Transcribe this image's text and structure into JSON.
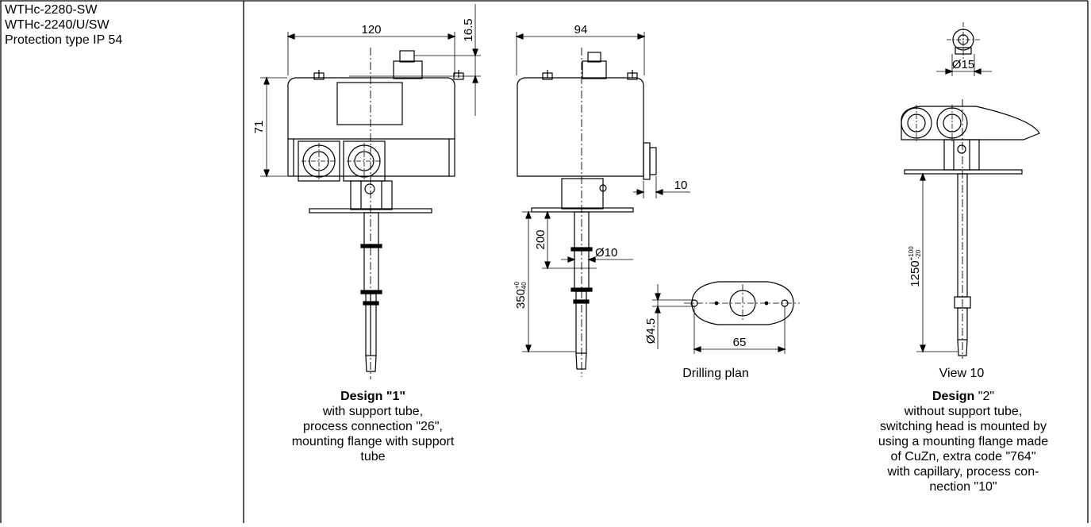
{
  "product": {
    "lines": [
      "WTHc-2280-SW",
      "WTHc-2240/U/SW",
      "Protection type IP 54"
    ]
  },
  "dimensions": {
    "width_120": "120",
    "height_16_5": "16.5",
    "height_71": "71",
    "width_94": "94",
    "offset_10": "10",
    "length_200": "200",
    "dia_10": "Ø10",
    "length_350": "350",
    "tol_350_upper": "+0",
    "tol_350_lower": "-40",
    "dia_4_5": "Ø4.5",
    "width_65": "65",
    "dia_15": "Ø15",
    "length_1250": "1250",
    "tol_1250_upper": "+100",
    "tol_1250_lower": "-20"
  },
  "labels": {
    "drilling_plan": "Drilling plan",
    "view_10": "View 10"
  },
  "design1": {
    "title": "Design \"1\"",
    "lines": [
      "with support tube,",
      "process connection \"26\",",
      "mounting flange with support",
      "tube"
    ]
  },
  "design2": {
    "title_bold": "Design",
    "title_rest": " \"2\"",
    "lines": [
      "without support tube,",
      "switching head is mounted by",
      "using a mounting flange made",
      "of CuZn, extra code \"764\"",
      "with capillary, process con-",
      "nection \"10\""
    ]
  }
}
